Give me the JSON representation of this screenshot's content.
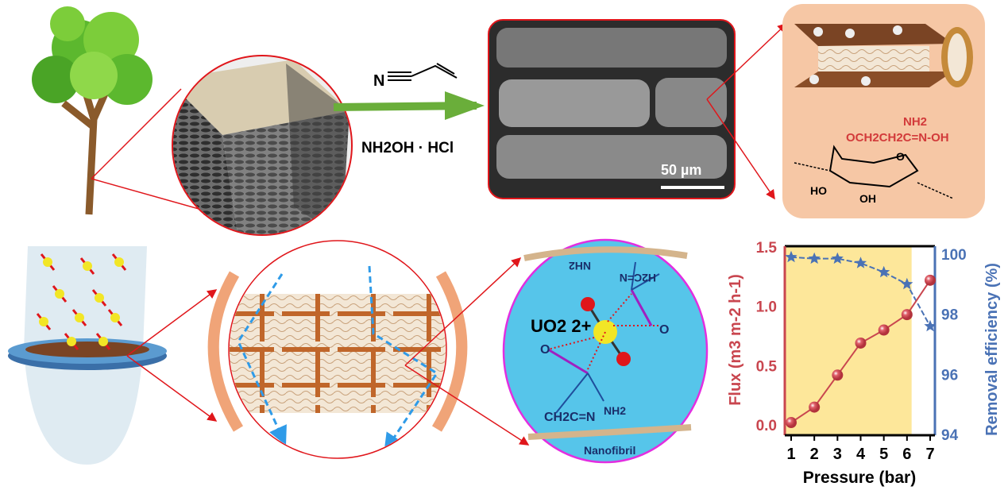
{
  "chemistry": {
    "reagent_nitrile": "N",
    "reagent_label": "NH2OH · HCl",
    "scale_bar": "50 µm",
    "amidoxime_nh2": "NH2",
    "amidoxime_chain": "OCH2CH2C=N-OH",
    "ring_oh1": "HO",
    "ring_oh2": "OH",
    "ring_o": "O"
  },
  "mechanism": {
    "uranyl": "UO2 2+",
    "group_lower": "CH2C=N",
    "nh2_lower": "NH2",
    "nh2_upper": "NH2",
    "group_upper": "H2C=N",
    "o_left": "O",
    "o_right": "O",
    "nanofibril": "Nanofibril"
  },
  "colors": {
    "flux": "#c9464f",
    "efficiency": "#4a72b5",
    "shade": "#fde79a",
    "arrow": "#e0161b",
    "green_arrow": "#6aae3a",
    "panel_bg": "#f6c7a5",
    "circle_bg": "#56c5ea"
  },
  "chart_data": {
    "type": "line",
    "xlabel": "Pressure (bar)",
    "ylabel_left": "Flux (m3 m-2 h-1)",
    "ylabel_right": "Removal efficiency (%)",
    "x": [
      1,
      2,
      3,
      4,
      5,
      6,
      7
    ],
    "xticks": [
      "1",
      "2",
      "3",
      "4",
      "5",
      "6",
      "7"
    ],
    "ylim_left": [
      -0.05,
      1.5
    ],
    "yticks_left": [
      "0.0",
      "0.5",
      "1.0",
      "1.5"
    ],
    "ylim_right": [
      94,
      100.2
    ],
    "yticks_right": [
      "94",
      "96",
      "98",
      "100"
    ],
    "shaded_x_range": [
      0.8,
      6.2
    ],
    "series": [
      {
        "name": "Flux",
        "axis": "left",
        "marker": "circle",
        "values": [
          0.02,
          0.15,
          0.42,
          0.69,
          0.8,
          0.93,
          1.22
        ]
      },
      {
        "name": "Removal efficiency",
        "axis": "right",
        "marker": "star",
        "values": [
          99.9,
          99.85,
          99.85,
          99.7,
          99.4,
          99.0,
          97.6
        ]
      }
    ]
  }
}
